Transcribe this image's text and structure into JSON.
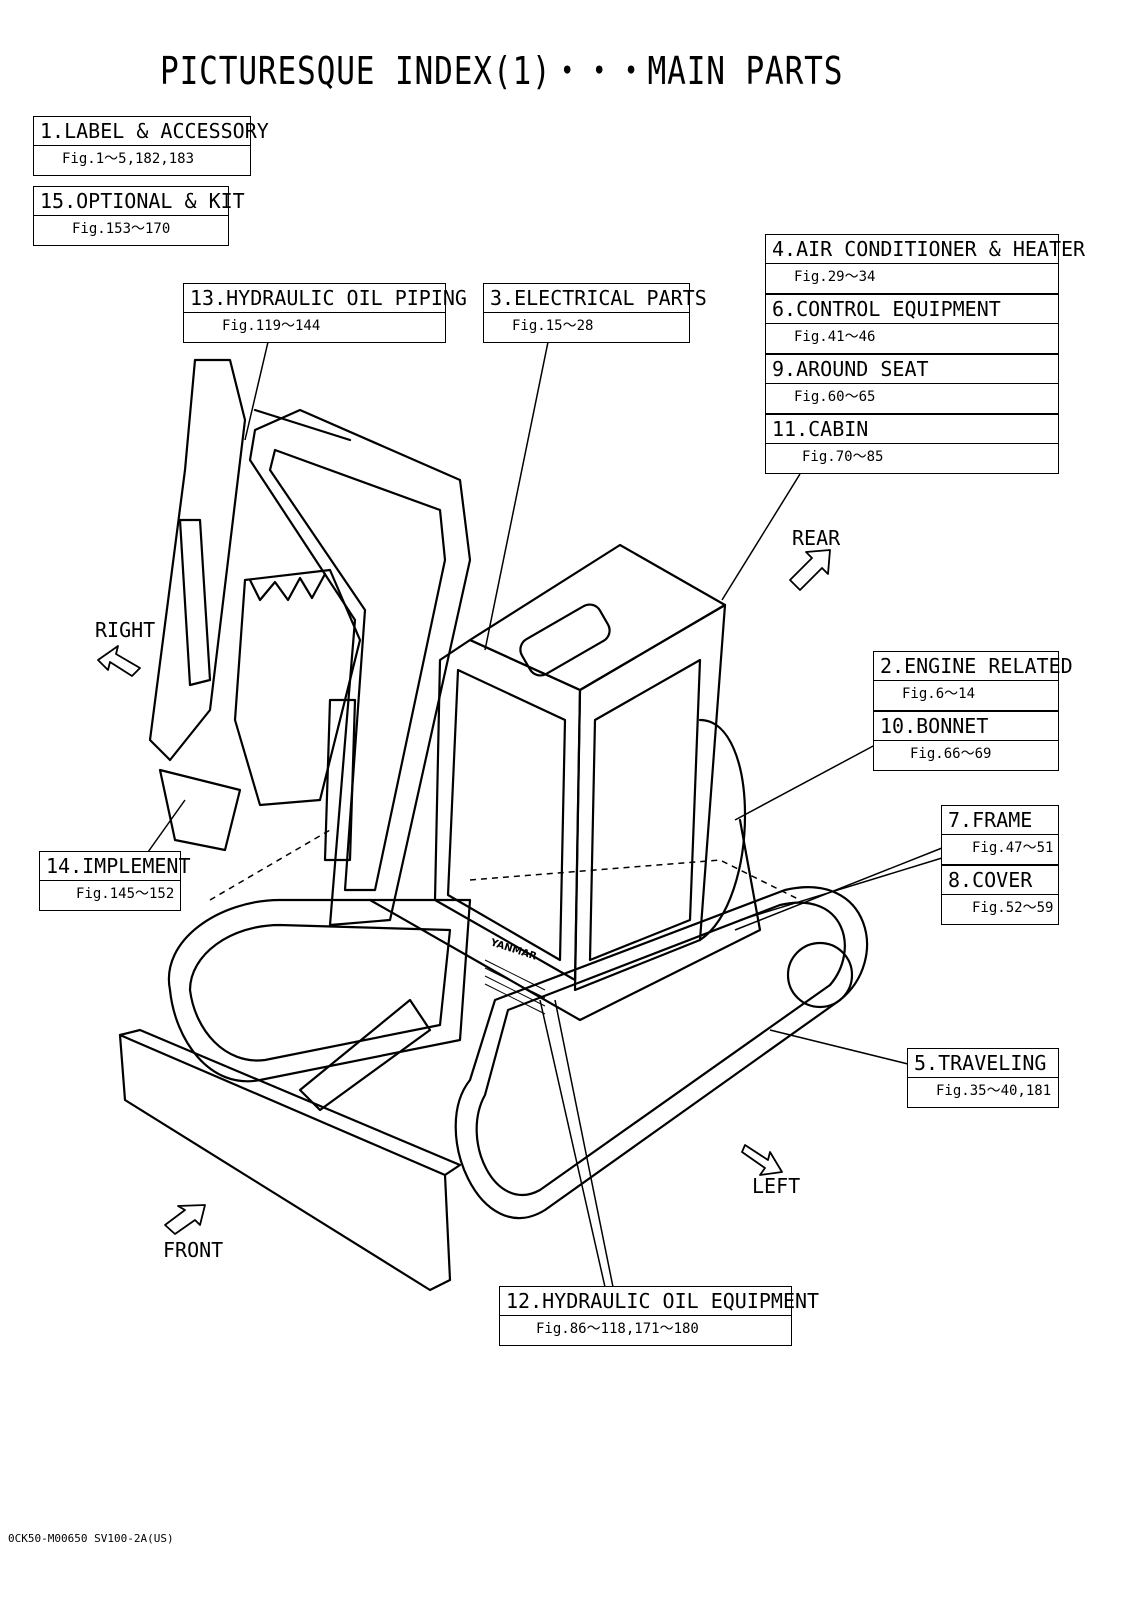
{
  "title": "PICTURESQUE INDEX(1)・・・MAIN PARTS",
  "labels": [
    {
      "name": "1.LABEL & ACCESSORY",
      "fig": "Fig.1～5,182,183"
    },
    {
      "name": "15.OPTIONAL & KIT",
      "fig": "Fig.153～170"
    },
    {
      "name": "4.AIR CONDITIONER & HEATER",
      "fig": "Fig.29～34"
    },
    {
      "name": "6.CONTROL EQUIPMENT",
      "fig": "Fig.41～46"
    },
    {
      "name": "9.AROUND SEAT",
      "fig": "Fig.60～65"
    },
    {
      "name": "11.CABIN",
      "fig": "Fig.70～85"
    },
    {
      "name": "13.HYDRAULIC OIL PIPING",
      "fig": "Fig.119～144"
    },
    {
      "name": "3.ELECTRICAL PARTS",
      "fig": "Fig.15～28"
    },
    {
      "name": "2.ENGINE RELATED",
      "fig": "Fig.6～14"
    },
    {
      "name": "10.BONNET",
      "fig": "Fig.66～69"
    },
    {
      "name": "7.FRAME",
      "fig": "Fig.47～51"
    },
    {
      "name": "8.COVER",
      "fig": "Fig.52～59"
    },
    {
      "name": "14.IMPLEMENT",
      "fig": "Fig.145～152"
    },
    {
      "name": "5.TRAVELING",
      "fig": "Fig.35～40,181"
    },
    {
      "name": "12.HYDRAULIC OIL EQUIPMENT",
      "fig": "Fig.86～118,171～180"
    }
  ],
  "directions": {
    "rear": "REAR",
    "right": "RIGHT",
    "left": "LEFT",
    "front": "FRONT"
  },
  "brand": "YANMAR",
  "footer": "0CK50-M00650 SV100-2A(US)"
}
